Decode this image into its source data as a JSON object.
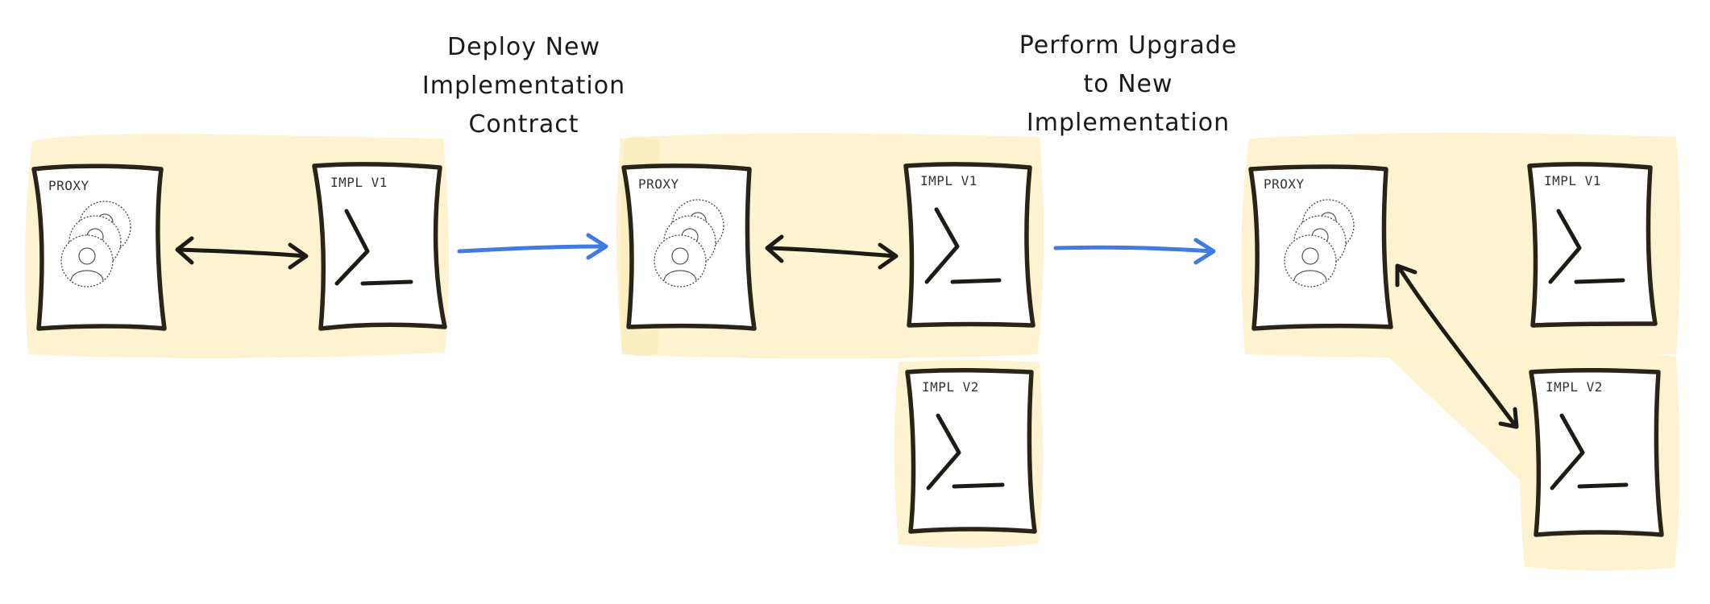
{
  "steps": [
    {
      "lines": [
        "Deploy New",
        "Implementation",
        "Contract"
      ]
    },
    {
      "lines": [
        "Perform Upgrade",
        "to New",
        "Implementation"
      ]
    }
  ],
  "stages": [
    {
      "proxy_label": "PROXY",
      "impl_labels": [
        "IMPL V1"
      ]
    },
    {
      "proxy_label": "PROXY",
      "impl_labels": [
        "IMPL V1",
        "IMPL V2"
      ]
    },
    {
      "proxy_label": "PROXY",
      "impl_labels": [
        "IMPL V1",
        "IMPL V2"
      ]
    }
  ],
  "colors": {
    "highlight": "#fdf1c9",
    "transition_arrow": "#3f7be0",
    "ink": "#2a2418"
  },
  "icons": {
    "proxy": "users-icon",
    "implementation": "terminal-prompt-icon"
  }
}
